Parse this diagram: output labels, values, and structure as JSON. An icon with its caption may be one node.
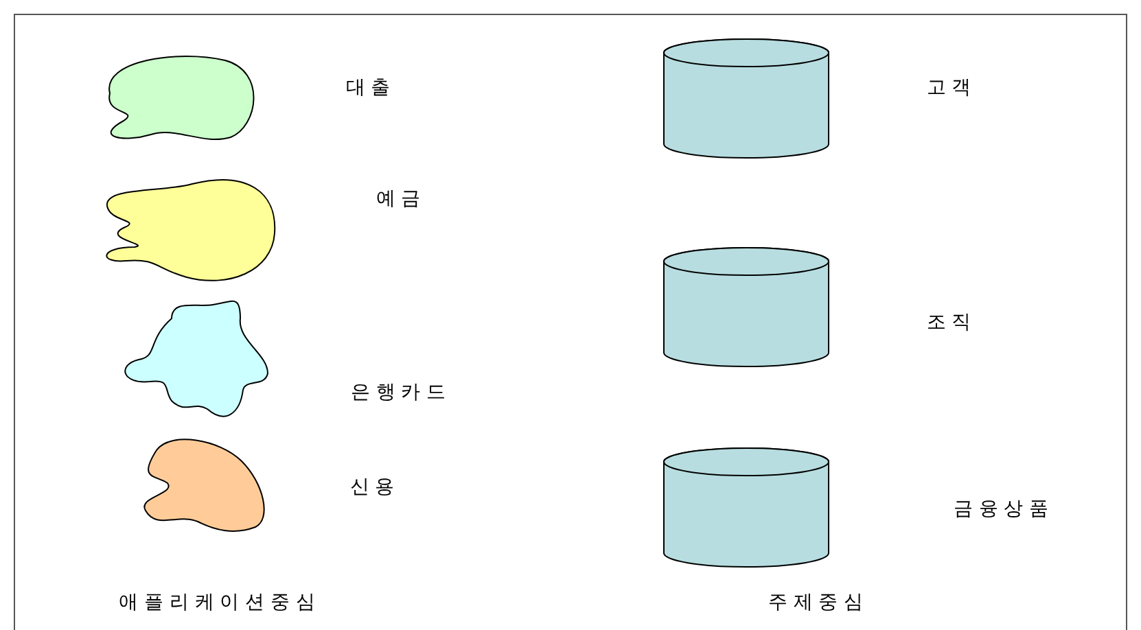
{
  "diagram": {
    "nodes": [
      {
        "text": [],
        "shape": "cloud"
      },
      {
        "text": [],
        "shape": "cloud"
      },
      {
        "text": [],
        "shape": "cloud"
      },
      {
        "text": [],
        "shape": "cloud"
      },
      {
        "text": [],
        "shape": "cylinder"
      },
      {
        "text": [],
        "shape": "cylinder"
      },
      {
        "text": [],
        "shape": "cylinder"
      }
    ],
    "edges": [],
    "labels": [
      "대 출",
      "고 객",
      "예 금",
      "조 직",
      "은 행 카 드",
      "신 용",
      "금 융 상 품",
      "애 플 리 케 이 션 중 심",
      "주 제 중 심"
    ]
  }
}
